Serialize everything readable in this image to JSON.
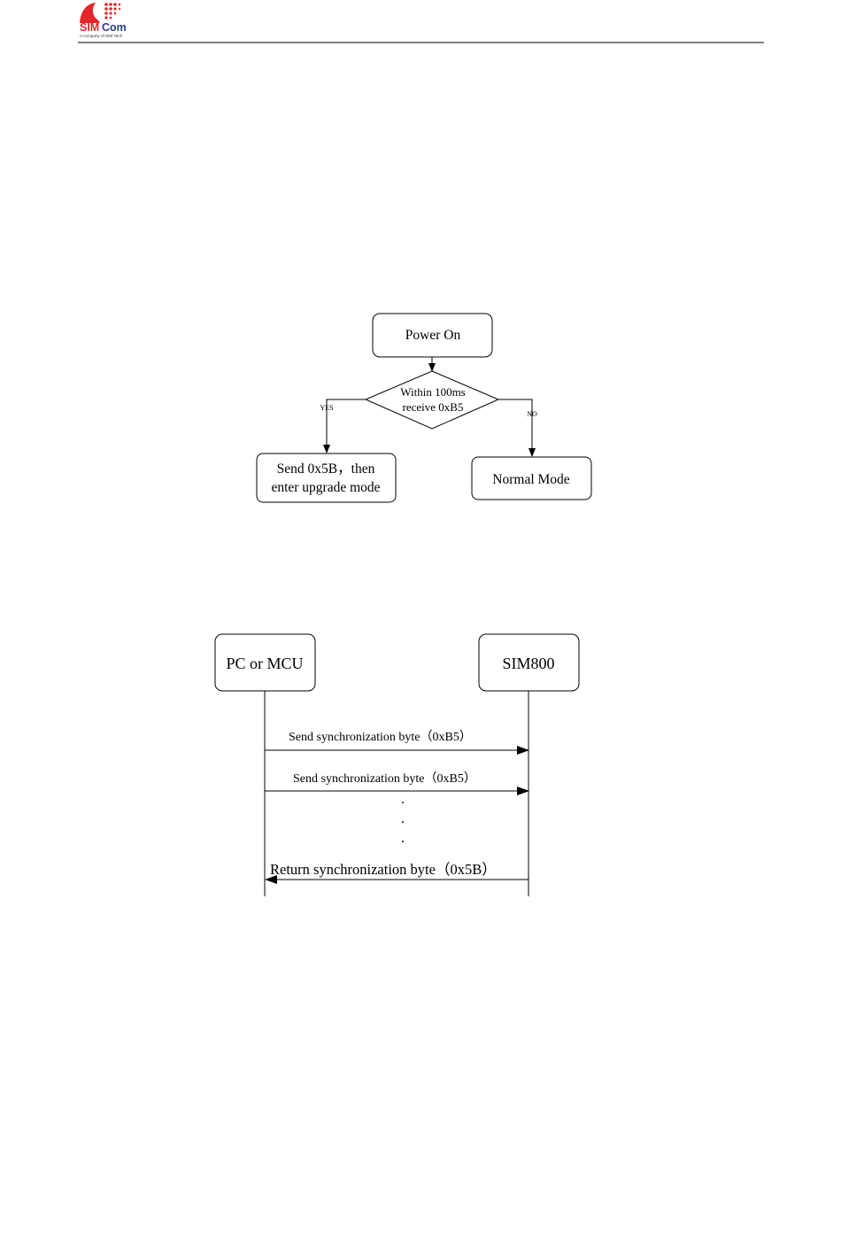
{
  "header": {
    "logo": {
      "brand_sim": "SIM",
      "brand_com": "Com",
      "tagline": "A company of SIM Tech",
      "colors": {
        "red": "#e3262b",
        "blue": "#2a3f8f"
      }
    }
  },
  "flowchart": {
    "start": "Power On",
    "decision_line1": "Within 100ms",
    "decision_line2": "receive 0xB5",
    "yes_label": "YES",
    "no_label": "NO",
    "yes_result_line1": "Send 0x5B，then",
    "yes_result_line2": "enter upgrade mode",
    "no_result": "Normal Mode"
  },
  "sequence": {
    "left_actor": "PC or MCU",
    "right_actor": "SIM800",
    "messages": [
      "Send synchronization byte（0xB5）",
      "Send synchronization byte（0xB5）",
      "Return synchronization byte（0x5B）"
    ],
    "ellipsis": [
      ".",
      ".",
      "."
    ]
  }
}
